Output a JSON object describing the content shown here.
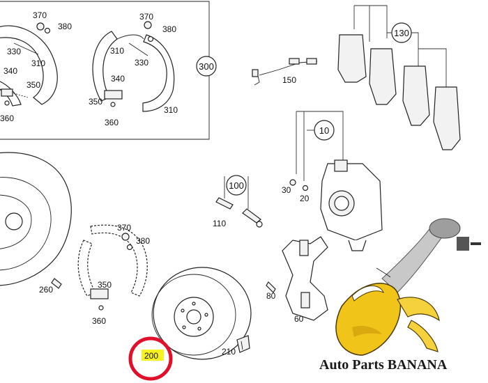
{
  "diagram": {
    "group_callouts": {
      "shoe_kit": "300",
      "caliper": "10",
      "guide_pins": "100",
      "pad_set": "130"
    },
    "shoe_kit_left": {
      "l370": "370",
      "l380": "380",
      "l330": "330",
      "l310": "310",
      "l340": "340",
      "l350": "350",
      "l360": "360"
    },
    "shoe_kit_right": {
      "l370": "370",
      "l380": "380",
      "l310": "310",
      "l330": "330",
      "l340": "340",
      "l350": "350",
      "l360": "360",
      "l310b": "310"
    },
    "sensor": {
      "l150": "150"
    },
    "caliper_parts": {
      "l30": "30",
      "l20": "20"
    },
    "pins": {
      "l110": "110"
    },
    "bracket": {
      "l80": "80",
      "l60": "60"
    },
    "shield": {
      "l260": "260"
    },
    "parking_shoe": {
      "l370": "370",
      "l380": "380",
      "l350": "350",
      "l360": "360"
    },
    "rotor": {
      "l200": "200"
    },
    "bolt": {
      "l210": "210"
    }
  },
  "highlight": {
    "label": "200",
    "color": "#f5f21e",
    "ring_color": "#e0102a"
  },
  "watermark": {
    "text": "Auto Parts BANANA"
  }
}
